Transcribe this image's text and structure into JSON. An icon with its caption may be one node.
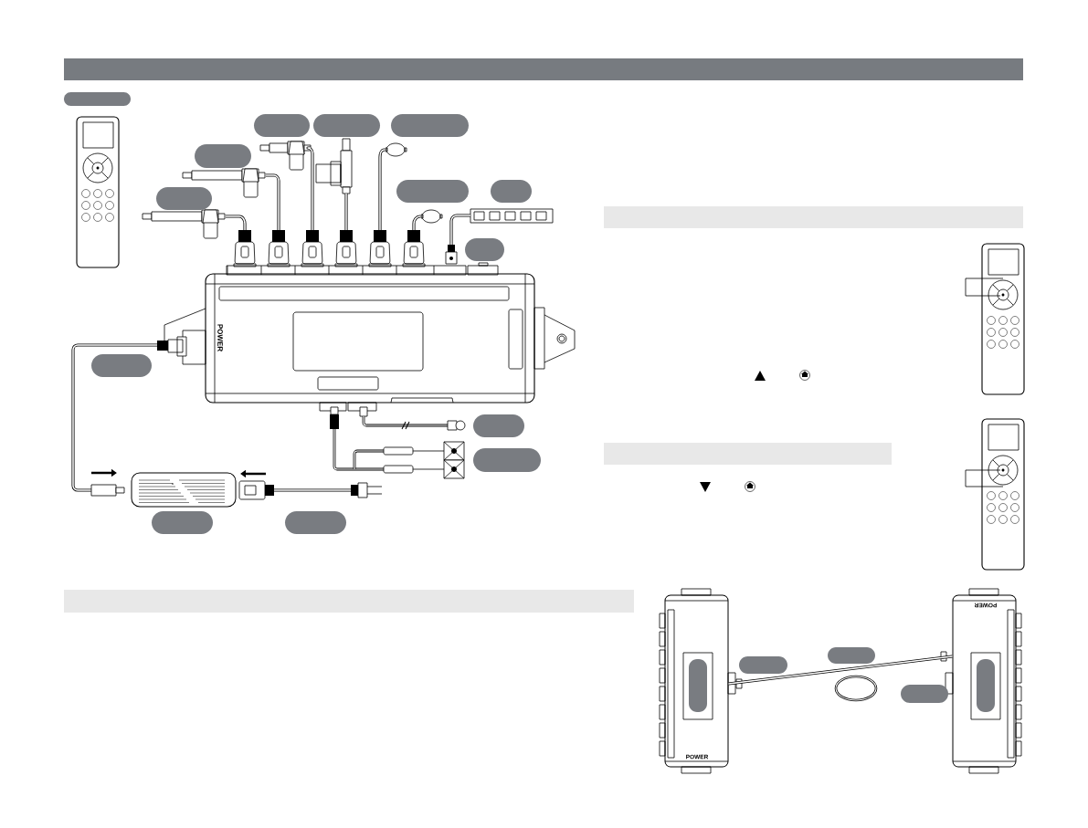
{
  "diagram": {
    "nodes": [
      {
        "text": [],
        "shape": "pill"
      },
      {
        "text": [],
        "shape": "pill"
      },
      {
        "text": [],
        "shape": "pill"
      },
      {
        "text": [],
        "shape": "pill"
      },
      {
        "text": [],
        "shape": "pill"
      },
      {
        "text": [],
        "shape": "pill"
      },
      {
        "text": [],
        "shape": "pill"
      },
      {
        "text": [],
        "shape": "pill"
      },
      {
        "text": [],
        "shape": "pill"
      },
      {
        "text": [],
        "shape": "pill"
      },
      {
        "text": [],
        "shape": "pill"
      },
      {
        "text": [],
        "shape": "pill"
      },
      {
        "text": [],
        "shape": "pill"
      },
      {
        "text": [],
        "shape": "pill"
      },
      {
        "text": [],
        "shape": "pill"
      },
      {
        "text": [],
        "shape": "pill"
      },
      {
        "text": [],
        "shape": "pill"
      },
      {
        "text": [],
        "shape": "band"
      },
      {
        "text": [],
        "shape": "band"
      },
      {
        "text": [],
        "shape": "band"
      },
      {
        "text": [],
        "shape": "box"
      },
      {
        "text": [],
        "shape": "box"
      }
    ],
    "edges": [
      {
        "from": 20,
        "to": 21,
        "arrow": "none"
      }
    ],
    "labels": [
      "POWER",
      "POWER",
      "POWER"
    ]
  }
}
